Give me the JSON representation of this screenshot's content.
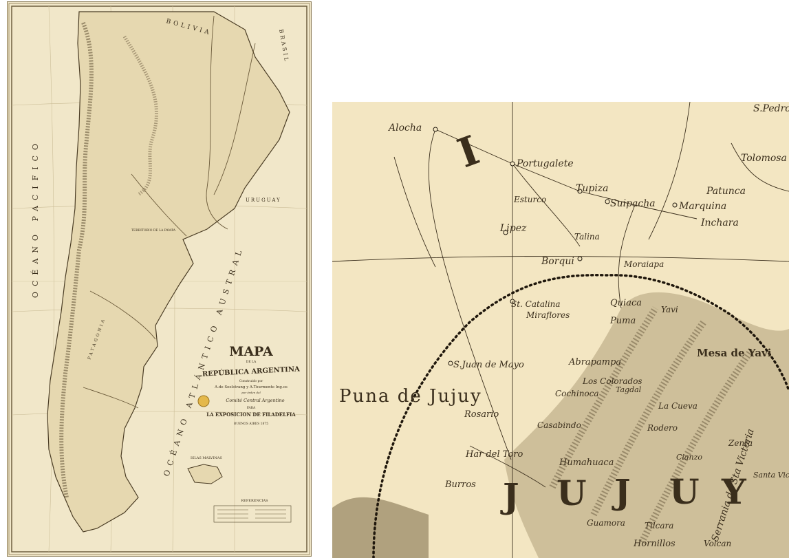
{
  "overview_map": {
    "title": "MAPA",
    "subtitle_de_la": "DE LA",
    "republic": "REPÚBLICA ARGENTINA",
    "built_by": "Construido por",
    "authors": "A.de Seelstrang y A.Tourmente Ing.os",
    "by_order": "por órden del",
    "committee": "Comité Central Argentino",
    "para": "PARA",
    "exposition": "LA EXPOSICION DE FILADELFIA",
    "city_year": "BUENOS AIRES 1875",
    "references_title": "REFERENCIAS",
    "islas_label": "ISLAS MALVINAS",
    "bolivia_label": "BOLIVIA",
    "brasil_label": "BRASIL",
    "uruguay_label": "URUGUAY",
    "pacific_label": "OCÉANO PACIFICO",
    "atlantic_label": "OCÉANO ATLÁNTICO AUSTRAL",
    "pampa_label": "TERRITORIO DE LA PAMPA",
    "patagonia_label": "PATAGONIA",
    "colors": {
      "paper": "#f1e7c9",
      "ink": "#3a2e1c",
      "sea_tint": "#ece3c8"
    }
  },
  "detail_map": {
    "places": [
      {
        "name": "Alocha"
      },
      {
        "name": "Portugalete"
      },
      {
        "name": "Tupiza"
      },
      {
        "name": "Suipacha"
      },
      {
        "name": "Marquina"
      },
      {
        "name": "Inchara"
      },
      {
        "name": "Patunca"
      },
      {
        "name": "Tolomosa"
      },
      {
        "name": "S.Pedro"
      },
      {
        "name": "Esturco"
      },
      {
        "name": "Lipez"
      },
      {
        "name": "Talina"
      },
      {
        "name": "Borqui"
      },
      {
        "name": "Moraiapa"
      },
      {
        "name": "St. Catalina"
      },
      {
        "name": "Miraflores"
      },
      {
        "name": "Quiaca"
      },
      {
        "name": "Puma"
      },
      {
        "name": "Yavi"
      },
      {
        "name": "S.Juan de Mayo"
      },
      {
        "name": "Abrapampa"
      },
      {
        "name": "Los Colorados"
      },
      {
        "name": "Cochinoca"
      },
      {
        "name": "Tagdal"
      },
      {
        "name": "Rosario"
      },
      {
        "name": "Casabindo"
      },
      {
        "name": "Har del Toro"
      },
      {
        "name": "Humahuaca"
      },
      {
        "name": "Burros"
      },
      {
        "name": "Cianzo"
      },
      {
        "name": "La Cueva"
      },
      {
        "name": "Rodero"
      },
      {
        "name": "Santa Victoria"
      },
      {
        "name": "Zenta"
      },
      {
        "name": "Hornillos"
      },
      {
        "name": "Volcan"
      },
      {
        "name": "Tilcara"
      },
      {
        "name": "Guamora"
      }
    ],
    "region_label": "Puna de Jujuy",
    "province_letters": [
      "J",
      "U",
      "J",
      "U",
      "Y"
    ],
    "roman_numeral": "I",
    "mesa_label": "Mesa de Yavi",
    "serrania_label": "Serrania de Sta Victoria",
    "colors": {
      "paper": "#f3e6c2",
      "ink": "#2f2414",
      "relief": "#5a4a30"
    }
  }
}
